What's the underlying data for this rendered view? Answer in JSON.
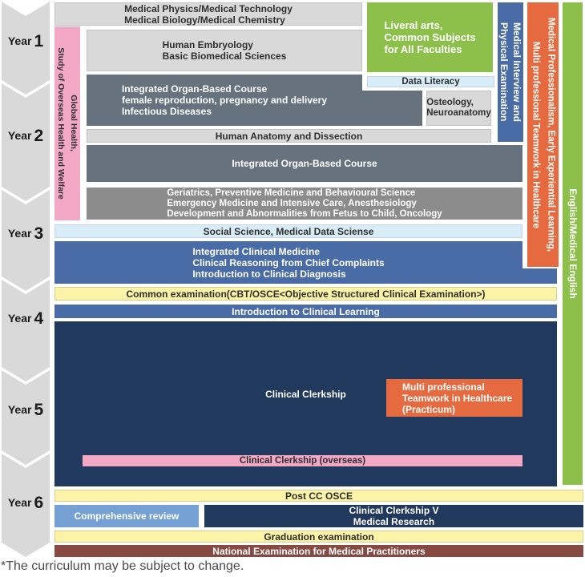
{
  "years": [
    {
      "prefix": "Year",
      "number": "1"
    },
    {
      "prefix": "Year",
      "number": "2"
    },
    {
      "prefix": "Year",
      "number": "3"
    },
    {
      "prefix": "Year",
      "number": "4"
    },
    {
      "prefix": "Year",
      "number": "5"
    },
    {
      "prefix": "Year",
      "number": "6"
    }
  ],
  "columns": {
    "global_health": {
      "line1": "Global Health,",
      "line2": "Study of Overseas Health and Welfare"
    },
    "medical_interview": {
      "line1": "Medical Interview and",
      "line2": "Physical Examination"
    },
    "professionalism": {
      "line1": "Medical Professionalism, Early Experiential Learning,",
      "line2": "Multi professional Teamwork in Healthcare"
    },
    "english": {
      "label": "English/Medical English"
    }
  },
  "blocks": {
    "physics": {
      "lines": [
        "Medical Physics/Medical Technology",
        "Medical Biology/Medical Chemistry"
      ]
    },
    "embryology": {
      "lines": [
        "Human Embryology",
        "Basic Biomedical Sciences"
      ]
    },
    "liberal_arts": {
      "lines": [
        "Liveral arts,",
        "Common Subjects",
        "for All Faculties"
      ]
    },
    "data_literacy": {
      "label": "Data Literacy"
    },
    "organ_course_1": {
      "lines": [
        "Integrated Organ-Based Course",
        "female reproduction, pregnancy and delivery",
        "Infectious Diseases"
      ]
    },
    "osteology": {
      "lines": [
        "Osteology,",
        "Neuroanatomy"
      ]
    },
    "anatomy": {
      "label": "Human Anatomy and Dissection"
    },
    "organ_course_2": {
      "label": "Integrated Organ-Based Course"
    },
    "geriatrics": {
      "lines": [
        "Geriatrics, Preventive Medicine and Behavioural Science",
        "Emergency Medicine and Intensive Care, Anesthesiology",
        "Development and Abnormalities from Fetus to Child, Oncology"
      ]
    },
    "social_science": {
      "label": "Social Science, Medical Data Sciense"
    },
    "clinical_medicine": {
      "lines": [
        "Integrated Clinical Medicine",
        "Clinical Reasoning from Chief Complaints",
        "Introduction to Clinical Diagnosis"
      ]
    },
    "common_exam": {
      "label": "Common examination(CBT/OSCE<Objective Structured Clinical Examination>)"
    },
    "intro_clinical": {
      "label": "Introduction to Clinical Learning"
    },
    "clerkship": {
      "label": "Clinical Clerkship"
    },
    "practicum": {
      "lines": [
        "Multi professional",
        "Teamwork in Healthcare",
        "(Practicum)"
      ]
    },
    "overseas": {
      "label": "Clinical Clerkship (overseas)"
    },
    "post_cc": {
      "label": "Post CC OSCE"
    },
    "comprehensive": {
      "label": "Comprehensive review"
    },
    "clerkship_v": {
      "lines": [
        "Clinical Clerkship V",
        "Medical Research"
      ]
    },
    "graduation": {
      "label": "Graduation examination"
    },
    "national_exam": {
      "label": "National Examination for Medical Practitioners"
    }
  },
  "caption": "*The curriculum may be subject to change.",
  "colors": {
    "light_gray": "#d9d9d9",
    "slate_gray": "#66737e",
    "medium_gray": "#8c8c8c",
    "light_blue_bar": "#d9edf8",
    "blue": "#4a6ca6",
    "light_blue_block": "#74a0d4",
    "navy": "#21395c",
    "yellow": "#faf3a8",
    "orange": "#e66a3f",
    "green": "#8cc04a",
    "pink": "#f3a8c6",
    "maroon": "#864a42",
    "chevron_gray": "#d9d9d9"
  }
}
